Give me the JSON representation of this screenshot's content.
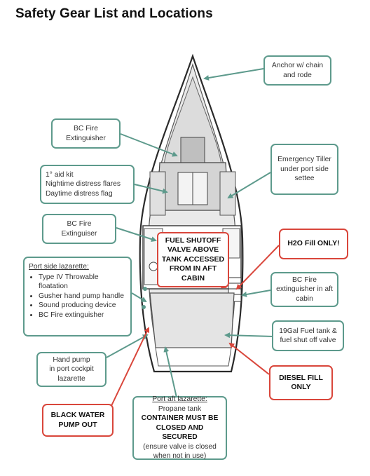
{
  "title": "Safety Gear List and Locations",
  "colors": {
    "green_border": "#5d9a8c",
    "red_border": "#d9463b",
    "hull_fill": "#e8e8e8"
  },
  "labels": {
    "anchor": [
      "Anchor w/ chain",
      "and rode"
    ],
    "fire_bow": [
      "BC Fire",
      "Extinguisher"
    ],
    "emergency_tiller": [
      "Emergency Tiller",
      "under port side",
      "settee"
    ],
    "aid_kit": [
      "1° aid kit",
      "Nightime distress flares",
      "Daytime distress flag"
    ],
    "fire_mid": [
      "BC Fire",
      "Extinguiser"
    ],
    "fuel_shutoff": [
      "FUEL SHUTOFF",
      "VALVE ABOVE",
      "TANK ACCESSED",
      "FROM IN AFT",
      "CABIN"
    ],
    "h2o_fill": "H2O Fill ONLY!",
    "port_lazarette": {
      "heading": "Port side lazarette:",
      "items": [
        "Type IV Throwable floatation",
        "Gusher hand pump handle",
        "Sound producing device",
        "BC Fire extinguisher"
      ]
    },
    "fire_aft": [
      "BC Fire",
      "extinguisher in aft",
      "cabin"
    ],
    "fuel_tank": [
      "19Gal Fuel tank &",
      "fuel shut off valve"
    ],
    "hand_pump": [
      "Hand pump",
      "in port cockpit",
      "lazarette"
    ],
    "diesel_fill": [
      "DIESEL FILL",
      "ONLY"
    ],
    "black_water": [
      "BLACK WATER",
      "PUMP OUT"
    ],
    "port_aft_lazarette": {
      "heading": "Port aft lazarette:",
      "line1": "Propane tank",
      "bold": [
        "CONTAINER MUST BE",
        "CLOSED AND SECURED"
      ],
      "tail": [
        "(ensure valve is closed",
        "when not in use)"
      ]
    }
  }
}
